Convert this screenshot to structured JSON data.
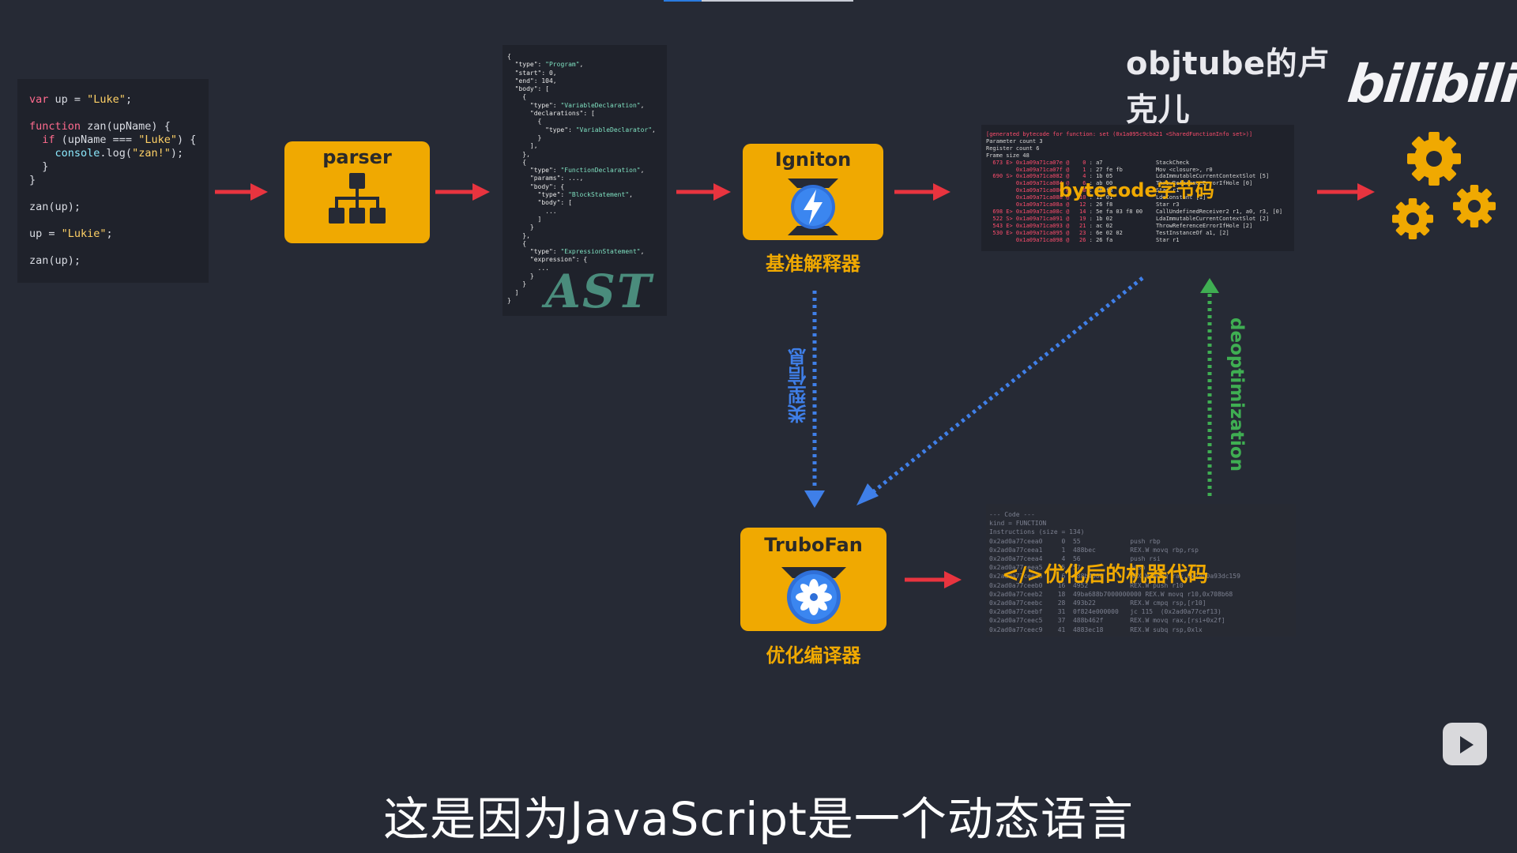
{
  "watermark": {
    "channel": "objtube的卢克儿",
    "logo": "bilibili"
  },
  "video": {
    "progress": 0.2
  },
  "source_code": {
    "lines": [
      "var up = \"Luke\";",
      "",
      "function zan(upName) {",
      "  if (upName === \"Luke\") {",
      "    console.log(\"zan!\");",
      "  }",
      "}",
      "",
      "zan(up);",
      "",
      "up = \"Lukie\";",
      "",
      "zan(up);"
    ]
  },
  "parser": {
    "label": "parser",
    "icon": "hierarchy-icon"
  },
  "ast": {
    "label": "AST",
    "lines": [
      "{",
      "  \"type\": \"Program\",",
      "  \"start\": 0,",
      "  \"end\": 104,",
      "  \"body\": [",
      "    {",
      "      \"type\": \"VariableDeclaration\",",
      "      \"declarations\": [",
      "        {",
      "          \"type\": \"VariableDeclarator\",",
      "        }",
      "      ],",
      "    },",
      "    {",
      "      \"type\": \"FunctionDeclaration\",",
      "      \"params\": ...,",
      "      \"body\": {",
      "        \"type\": \"BlockStatement\",",
      "        \"body\": [",
      "          ...",
      "        ]",
      "      }",
      "    },",
      "    {",
      "      \"type\": \"ExpressionStatement\",",
      "      \"expression\": {",
      "        ...",
      "      }",
      "    }",
      "  ]",
      "}"
    ]
  },
  "ignition": {
    "title": "Igniton",
    "subtitle": "基准解释器",
    "icon": "lightning-icon"
  },
  "bytecode": {
    "label": "bytecode字节码",
    "lines": [
      "[generated bytecode for function: set (0x1a095c9cba21 <SharedFunctionInfo set>)]",
      "Parameter count 3",
      "Register count 6",
      "Frame size 48",
      "  673 E> 0x1a09a71ca07e @    0 : a7                StackCheck",
      "         0x1a09a71ca07f @    1 : 27 fe fb          Mov <closure>, r0",
      "  690 S> 0x1a09a71ca082 @    4 : 1b 05             LdaImmutableCurrentContextSlot [5]",
      "         0x1a09a71ca084 @    6 : ab 00             ThrowReferenceErrorIfHole [0]",
      "         0x1a09a71ca086 @    8 : 26 fa             Star r1",
      "         0x1a09a71ca088 @   10 : 12 01             LdaConstant [1]",
      "         0x1a09a71ca08a @   12 : 26 f8             Star r3",
      "  698 E> 0x1a09a71ca08c @   14 : 5e fa 03 f8 00    CallUndefinedReceiver2 r1, a0, r3, [0]",
      "  522 S> 0x1a09a71ca091 @   19 : 1b 02             LdaImmutableCurrentContextSlot [2]",
      "  543 E> 0x1a09a71ca093 @   21 : ac 02             ThrowReferenceErrorIfHole [2]",
      "  530 E> 0x1a09a71ca095 @   23 : 6e 02 02          TestInstanceOf a1, [2]",
      "         0x1a09a71ca098 @   26 : 26 fa             Star r1"
    ]
  },
  "turbofan": {
    "title": "TruboFan",
    "subtitle": "优化编译器",
    "icon": "fan-icon"
  },
  "machine_code": {
    "label": "</>优化后的机器代码",
    "lines": [
      "--- Code ---",
      "kind = FUNCTION",
      "Instructions (size = 134)",
      "0x2ad0a77ceea0     0  55             push rbp",
      "0x2ad0a77ceea1     1  488bec         REX.W movq rbp,rsp",
      "0x2ad0a77ceea4     4  56             push rsi",
      "0x2ad0a77ceea5     5  57             push rdi",
      "0x2ad0a77ceea6     6  488b4500       REX.W movq rax,0x2ad0a93dc159",
      "0x2ad0a77ceeb0    16  4952           REX.W push r10",
      "0x2ad0a77ceeb2    18  49ba688b7000000000 REX.W movq r10,0x708b68",
      "0x2ad0a77ceebc    28  493b22         REX.W cmpq rsp,[r10]",
      "0x2ad0a77ceebf    31  0f824e000000   jc 115  (0x2ad0a77cef13)",
      "0x2ad0a77ceec5    37  488b462f       REX.W movq rax,[rsi+0x2f]",
      "0x2ad0a77ceec9    41  4883ec18       REX.W subq rsp,0xlx"
    ]
  },
  "arrows": {
    "type_info": "类型信息",
    "deoptimization": "deoptimization",
    "colors": {
      "main": "#e8343f",
      "type_info": "#3f7fe8",
      "deopt": "#3fae52"
    }
  },
  "output": {
    "icon": "gears-icon"
  },
  "subtitle": "这是因为JavaScript是一个动态语言",
  "colors": {
    "background": "#262a35",
    "accent": "#f0a901"
  }
}
